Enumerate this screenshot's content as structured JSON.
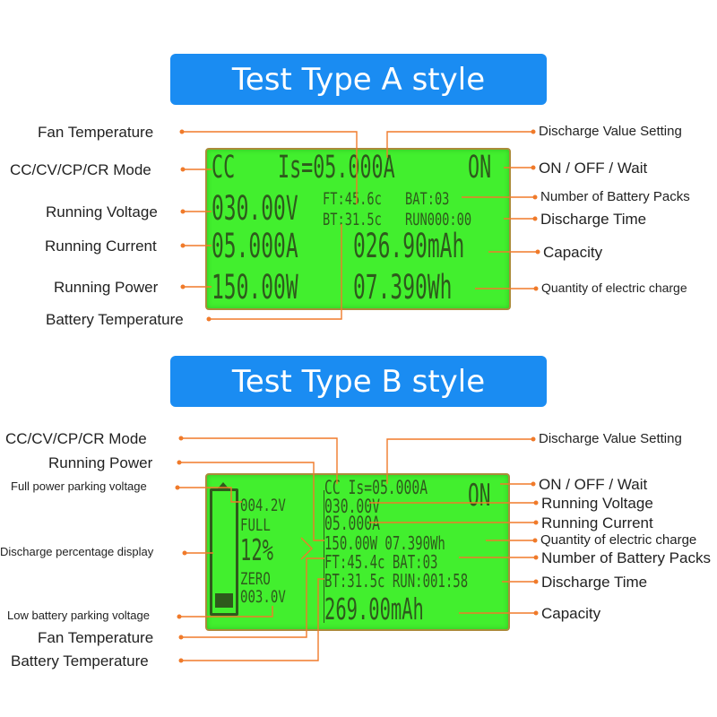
{
  "sectionA": {
    "title": "Test Type A style",
    "lcd": {
      "mode": "CC",
      "setting": "Is=05.000A",
      "state": "ON",
      "voltage": "030.00V",
      "fan_temp": "FT:45.6c",
      "battery_packs": "BAT:03",
      "battery_temp": "BT:31.5c",
      "run_time": "RUN000:00",
      "current": "05.000A",
      "capacity": "026.90mAh",
      "power": "150.00W",
      "energy": "07.390Wh"
    },
    "labels": {
      "fan_temperature": "Fan Temperature",
      "mode": "CC/CV/CP/CR Mode",
      "running_voltage": "Running Voltage",
      "running_current": "Running Current",
      "running_power": "Running Power",
      "battery_temperature": "Battery Temperature",
      "discharge_value_setting": "Discharge Value Setting",
      "on_off_wait": "ON / OFF / Wait",
      "number_of_battery_packs": "Number of Battery Packs",
      "discharge_time": "Discharge Time",
      "capacity": "Capacity",
      "quantity_of_electric_charge": "Quantity of electric charge"
    }
  },
  "sectionB": {
    "title": "Test Type B style",
    "lcd": {
      "full_voltage": "004.2V",
      "full": "FULL",
      "percent": "12%",
      "zero": "ZERO",
      "low_voltage": "003.0V",
      "mode_setting": "CC Is=05.000A",
      "state": "ON",
      "voltage": "030.00V",
      "current": "05.000A",
      "power_energy": "150.00W 07.390Wh",
      "fan_packs": "FT:45.4c BAT:03",
      "temp_time": "BT:31.5c RUN:001:58",
      "capacity": "269.00mAh",
      "battery_level": 0.12
    },
    "labels": {
      "mode": "CC/CV/CP/CR Mode",
      "running_power": "Running Power",
      "full_power_parking_voltage": "Full power parking voltage",
      "discharge_percentage_display": "Discharge percentage display",
      "low_battery_parking_voltage": "Low battery parking voltage",
      "fan_temperature": "Fan Temperature",
      "battery_temperature": "Battery Temperature",
      "discharge_value_setting": "Discharge Value Setting",
      "on_off_wait": "ON / OFF / Wait",
      "running_voltage": "Running Voltage",
      "running_current": "Running Current",
      "quantity_of_electric_charge": "Quantity of electric charge",
      "number_of_battery_packs": "Number of Battery Packs",
      "discharge_time": "Discharge Time",
      "capacity": "Capacity"
    }
  },
  "colors": {
    "banner": "#1a8cf2",
    "lcd_background": "#42ef2e",
    "segment_text": "#2e5a1c",
    "callout_line": "#f07a2a"
  }
}
